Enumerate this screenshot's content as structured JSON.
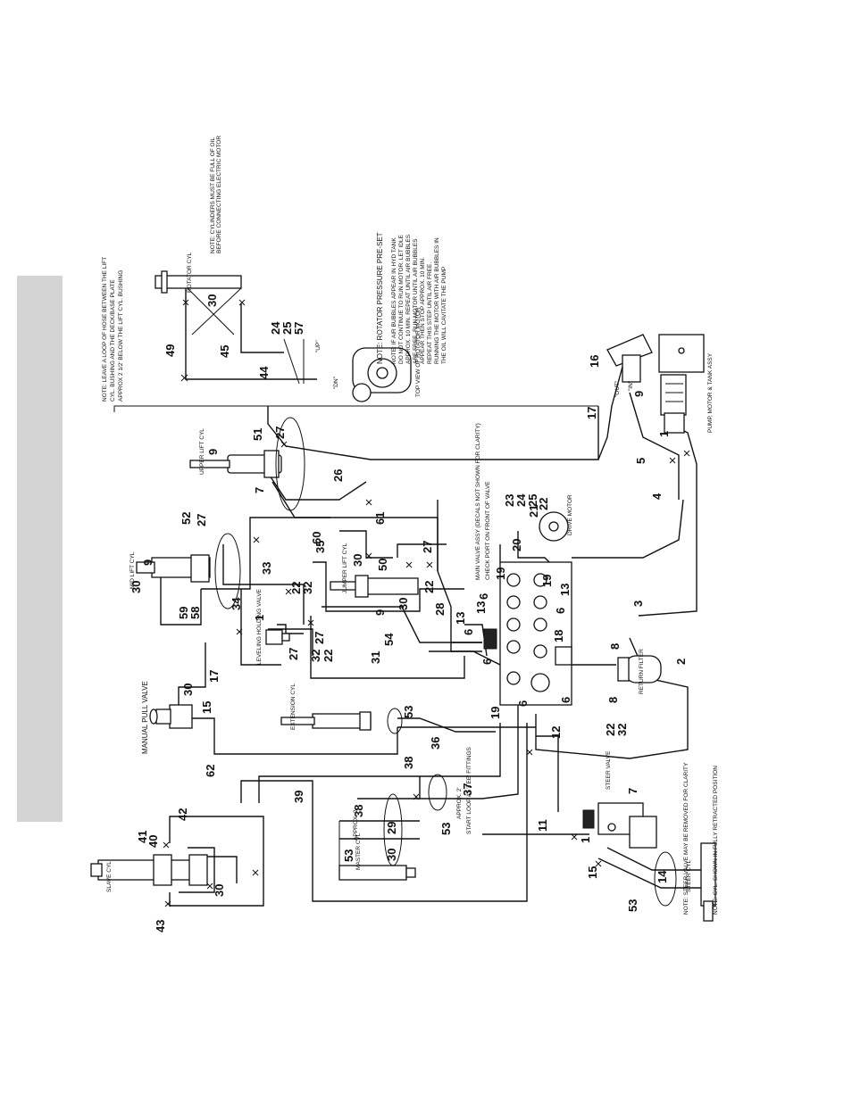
{
  "diagram": {
    "labels": {
      "manual_pull_valve": "MANUAL PULL VALVE",
      "pump_motor_tank": "PUMP, MOTOR & TANK ASSY",
      "return_filter": "RETURN FILTER",
      "steer_valve": "STEER VALVE",
      "steer_cyl": "STEER CYL",
      "slave_cyl": "SLAVE CYL",
      "master_cyl": "MASTER CYL",
      "extension_cyl": "EXTENSION CYL",
      "jumper_lift_cyl": "JUMPER LIFT CYL",
      "mid_lift_cyl": "MID LIFT CYL",
      "upper_lift_cyl": "UPPER LIFT CYL",
      "rotator_cyl": "ROTATOR CYL",
      "drive_motor": "DRIVE MOTOR",
      "top_view_rotator_motor": "TOP VIEW OF ROTATOR MOTOR",
      "leveling_holding_valve": "LEVELING HOLDING VALVE",
      "main_valve_assy": "MAIN VALVE ASSY (DECALS NOT SHOWN FOR CLARITY)",
      "check_port": "CHECK PORT ON FRONT OF VALVE",
      "approx_2_a": "APPROX. 2",
      "approx_2_b": "APPROX. 2'",
      "start_loop": "START LOOP AT 'TEE' FITTINGS",
      "out": "\"OUT\"",
      "in": "\"IN\"",
      "up": "\"UP\"",
      "dn": "\"DN\"",
      "note_rotator_preset": "NOTE: ROTATOR PRESSURE PRE-SET",
      "note_air_bubbles": [
        "NOTE: IF AIR BUBBLES APPEAR IN HYD TANK",
        "DO NOT CONTINUE TO RUN MOTOR. LET IDLE",
        "APPROX. 10 MIN. REPEAT UNTIL AIR BUBBLES",
        "ARE FREE. RUN MOTOR UNTIL AIR BUBBLES",
        "APPEAR THEN STOP APPROX. 10 MIN.",
        "REPEAT THIS STEP UNTIL AIR FREE.",
        "RUNNING THE MOTOR WITH AIR BUBBLES IN",
        "THE OIL WILL CAVITATE THE PUMP"
      ],
      "note_leave_loop": [
        "NOTE: LEAVE A LOOP OF HOSE BETWEEN THE LIFT",
        "CYL. BUSHING AND THE DECK/BASE PLATE",
        "APPROX 2 1/2' BELOW THE LIFT CYL. BUSHING"
      ],
      "note_rotator_cyl": [
        "NOTE: CYLINDERS MUST BE FULL OF OIL",
        "BEFORE CONNECTING ELECTRIC MOTOR"
      ],
      "note_steer": "NOTE: STEER VALVE MAY BE REMOVED FOR CLARITY",
      "note_cyl_shown": "NOTE: CYL. SHOWN IN FULLY RETRACTED POSITION"
    },
    "callouts": [
      "1",
      "2",
      "3",
      "4",
      "5",
      "6",
      "7",
      "8",
      "9",
      "11",
      "12",
      "13",
      "14",
      "15",
      "16",
      "17",
      "18",
      "19",
      "20",
      "21",
      "22",
      "23",
      "24",
      "25",
      "26",
      "27",
      "28",
      "29",
      "30",
      "31",
      "32",
      "33",
      "34",
      "35",
      "36",
      "37",
      "38",
      "39",
      "40",
      "41",
      "42",
      "43",
      "44",
      "45",
      "49",
      "50",
      "51",
      "52",
      "53",
      "54",
      "57",
      "58",
      "59",
      "60",
      "61",
      "62"
    ]
  }
}
